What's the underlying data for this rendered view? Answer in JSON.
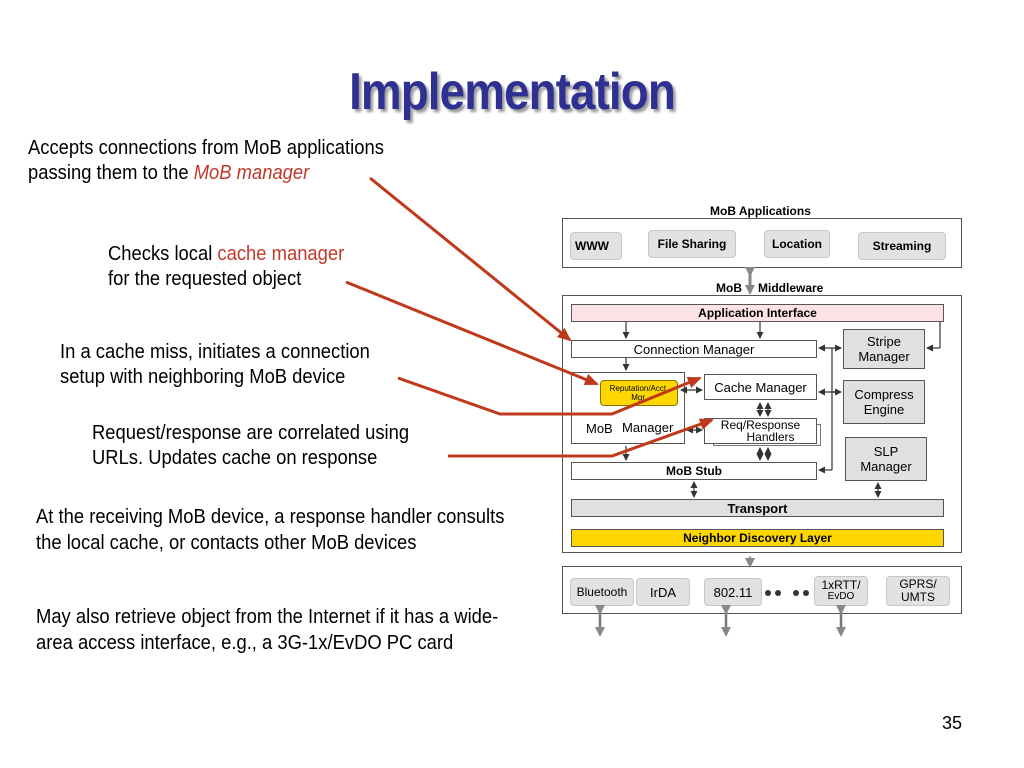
{
  "slide": {
    "title": "Implementation",
    "page_number": "35"
  },
  "notes": {
    "n1_line1": "Accepts connections from MoB applications",
    "n1_line2_pre": "passing them to the ",
    "n1_line2_hl": "MoB manager",
    "n2_line1_pre": "Checks local ",
    "n2_line1_hl": "cache manager",
    "n2_line2": "for the requested object",
    "n3_line1": "In a cache miss, initiates a connection",
    "n3_line2": "setup with neighboring MoB device",
    "n4_line1": "Request/response are correlated using",
    "n4_line2": "URLs. Updates cache on response"
  },
  "paragraphs": [
    "At the receiving MoB device, a response handler consults the local cache, or contacts other MoB devices",
    "May also retrieve object from the Internet if it has a wide-area access interface, e.g., a 3G-1x/EvDO PC card"
  ],
  "diagram": {
    "apps_label": "MoB Applications",
    "apps": [
      "WWW",
      "File Sharing",
      "Location",
      "Streaming"
    ],
    "middleware_label_left": "MoB",
    "middleware_label_right": "Middleware",
    "application_interface": "Application Interface",
    "connection_manager": "Connection Manager",
    "reputation_line1": "Reputation/Acct.",
    "reputation_line2": "Mgr.",
    "cache_manager": "Cache Manager",
    "req_response_line1": "Req/Response",
    "req_response_line2": "Handlers",
    "mob_manager_left": "MoB",
    "mob_manager_right": "Manager",
    "mob_stub": "MoB Stub",
    "stripe_manager_line1": "Stripe",
    "stripe_manager_line2": "Manager",
    "compress_engine_line1": "Compress",
    "compress_engine_line2": "Engine",
    "slp_manager_line1": "SLP",
    "slp_manager_line2": "Manager",
    "transport": "Transport",
    "neighbor_discovery": "Neighbor Discovery Layer",
    "interfaces": {
      "bluetooth": "Bluetooth",
      "irda": "IrDA",
      "wifi": "802.11",
      "rtt_line1": "1xRTT/",
      "rtt_line2": "EvDO",
      "gprs_line1": "GPRS/",
      "gprs_line2": "UMTS"
    }
  },
  "colors": {
    "title": "#2e3192",
    "highlight": "#c0392b",
    "callout_arrow": "#c0391b",
    "app_interface_bg": "#fde2e6",
    "neighbor_bg": "#ffd700",
    "reputation_bg": "#ffd700"
  }
}
